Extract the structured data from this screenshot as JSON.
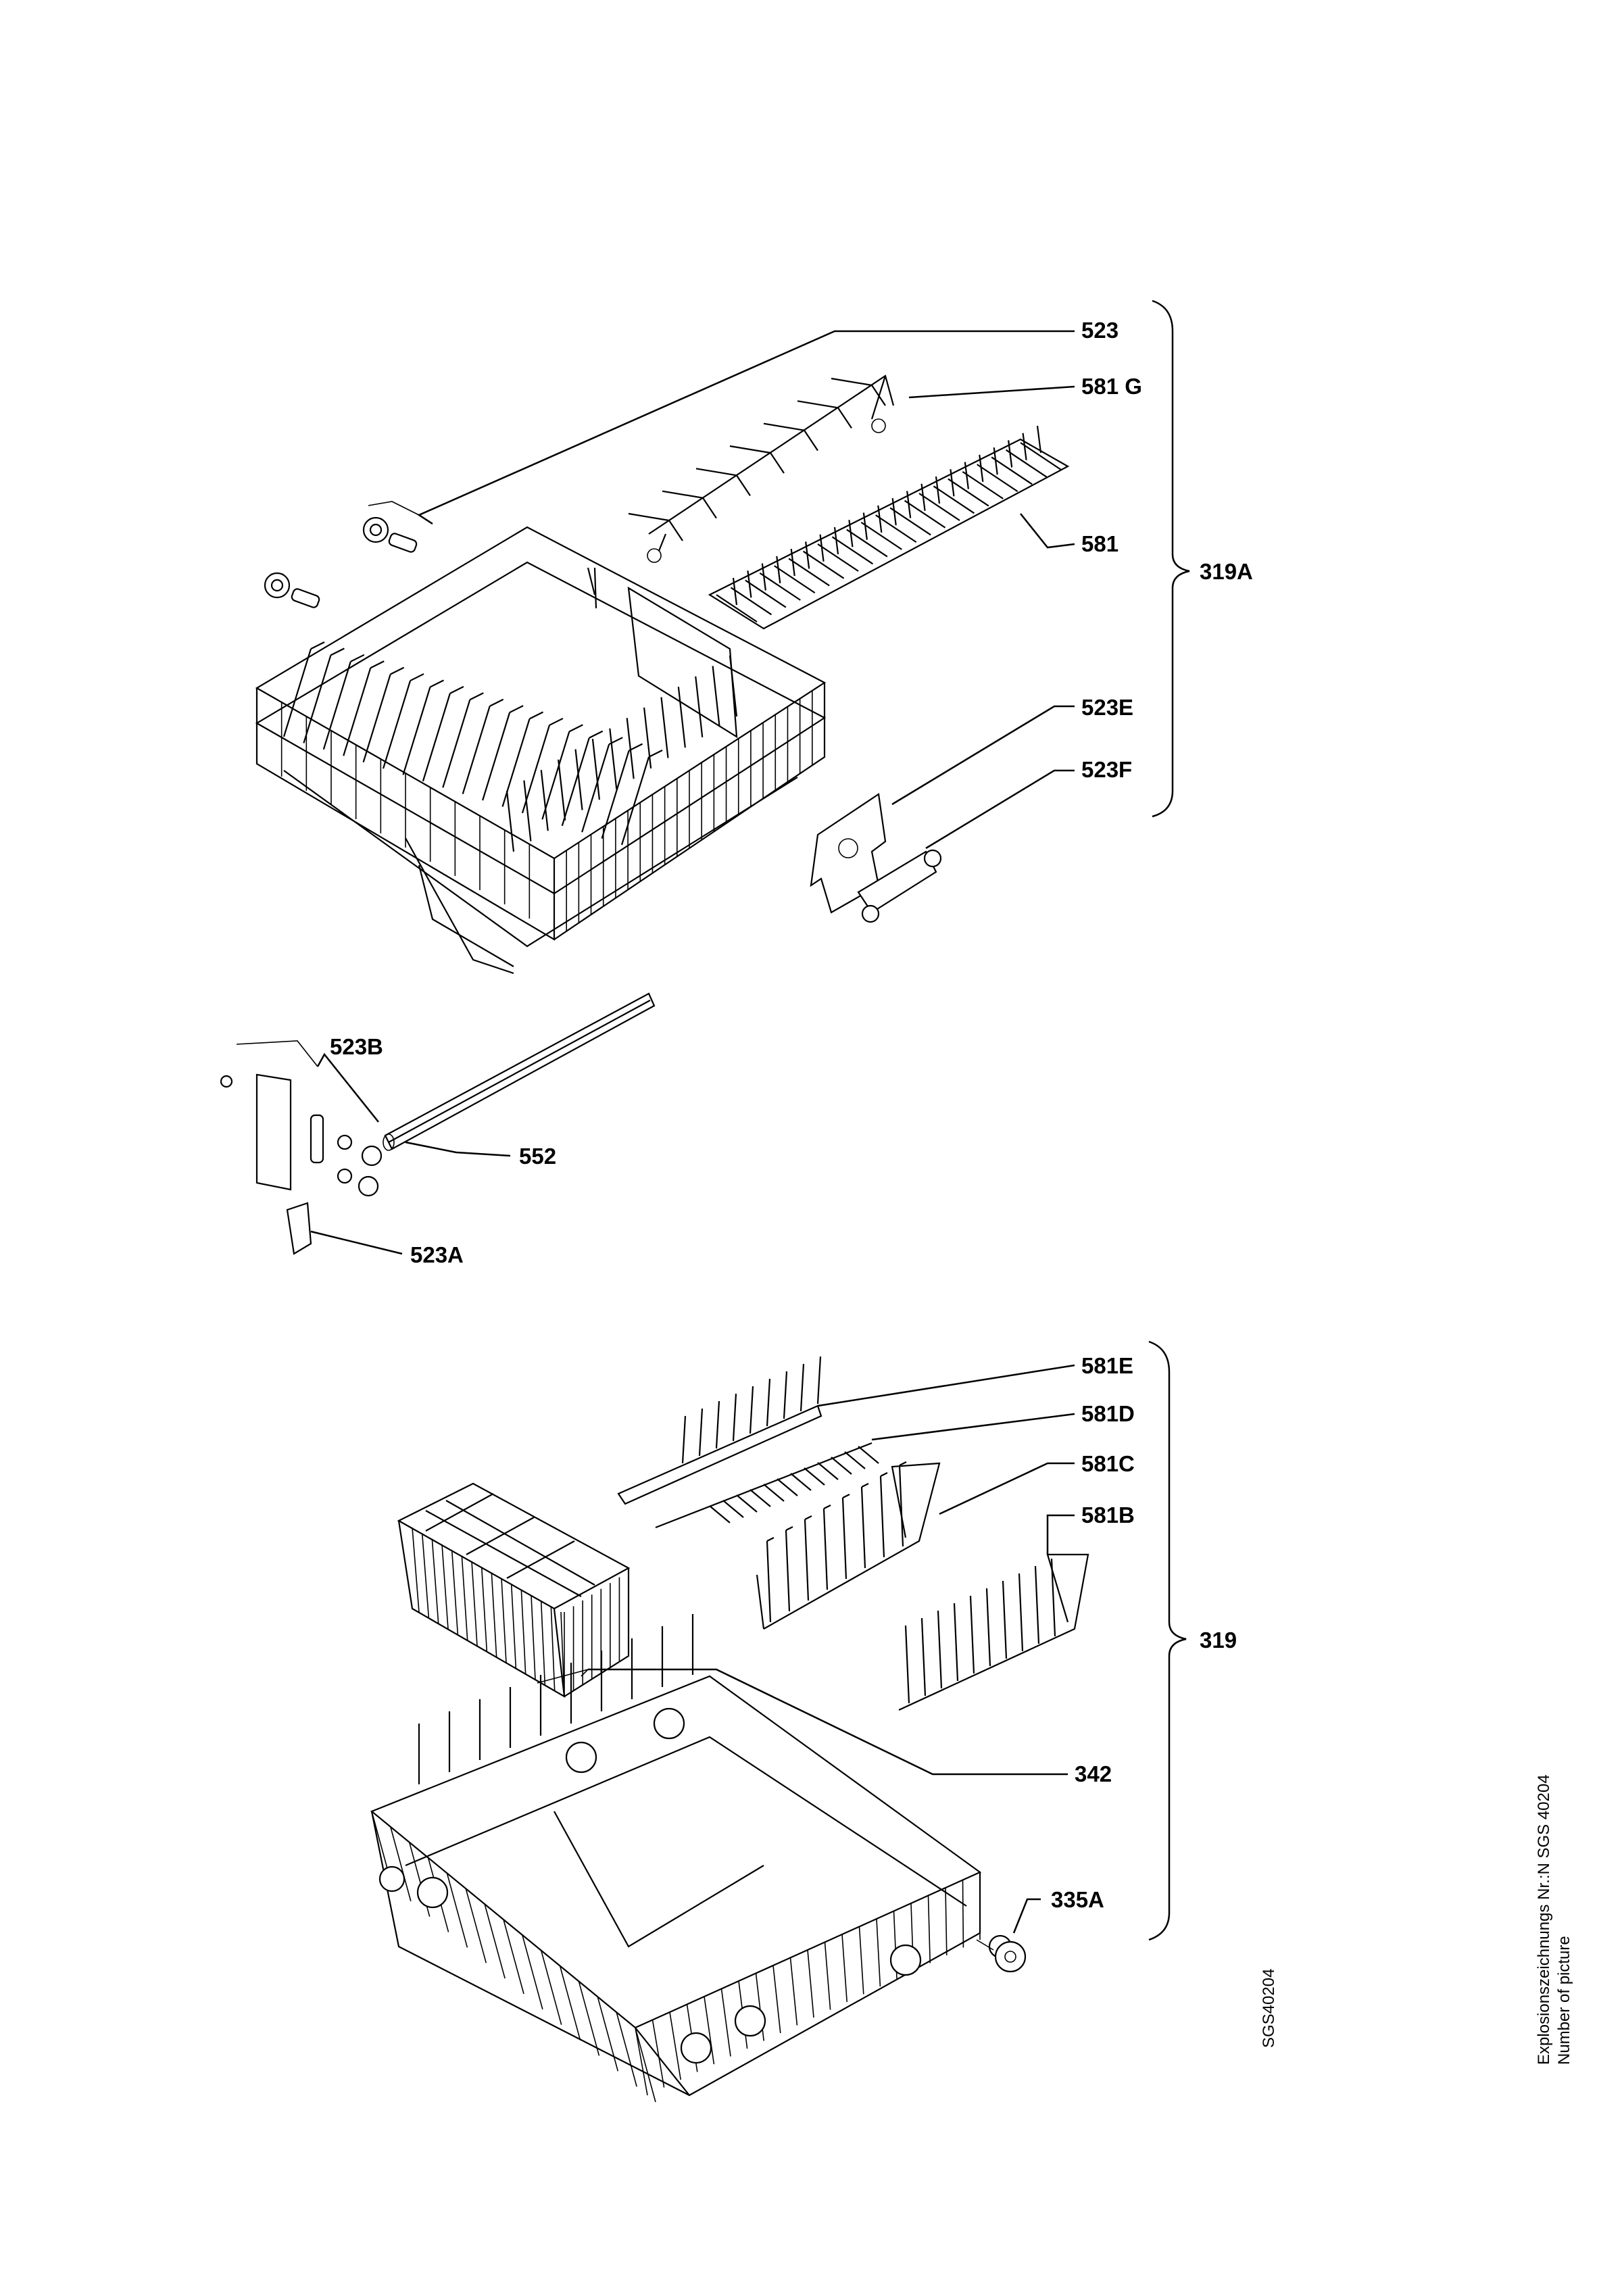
{
  "labels": {
    "523": "523",
    "581G": "581 G",
    "581": "581",
    "319A": "319A",
    "523E": "523E",
    "523F": "523F",
    "523B": "523B",
    "552": "552",
    "523A": "523A",
    "581E": "581E",
    "581D": "581D",
    "581C": "581C",
    "581B": "581B",
    "319": "319",
    "342": "342",
    "335A": "335A"
  },
  "side": {
    "code": "SGS40204",
    "line1": "Explosionszeichnungs Nr.:N SGS 40204",
    "line2": "Number of picture"
  }
}
